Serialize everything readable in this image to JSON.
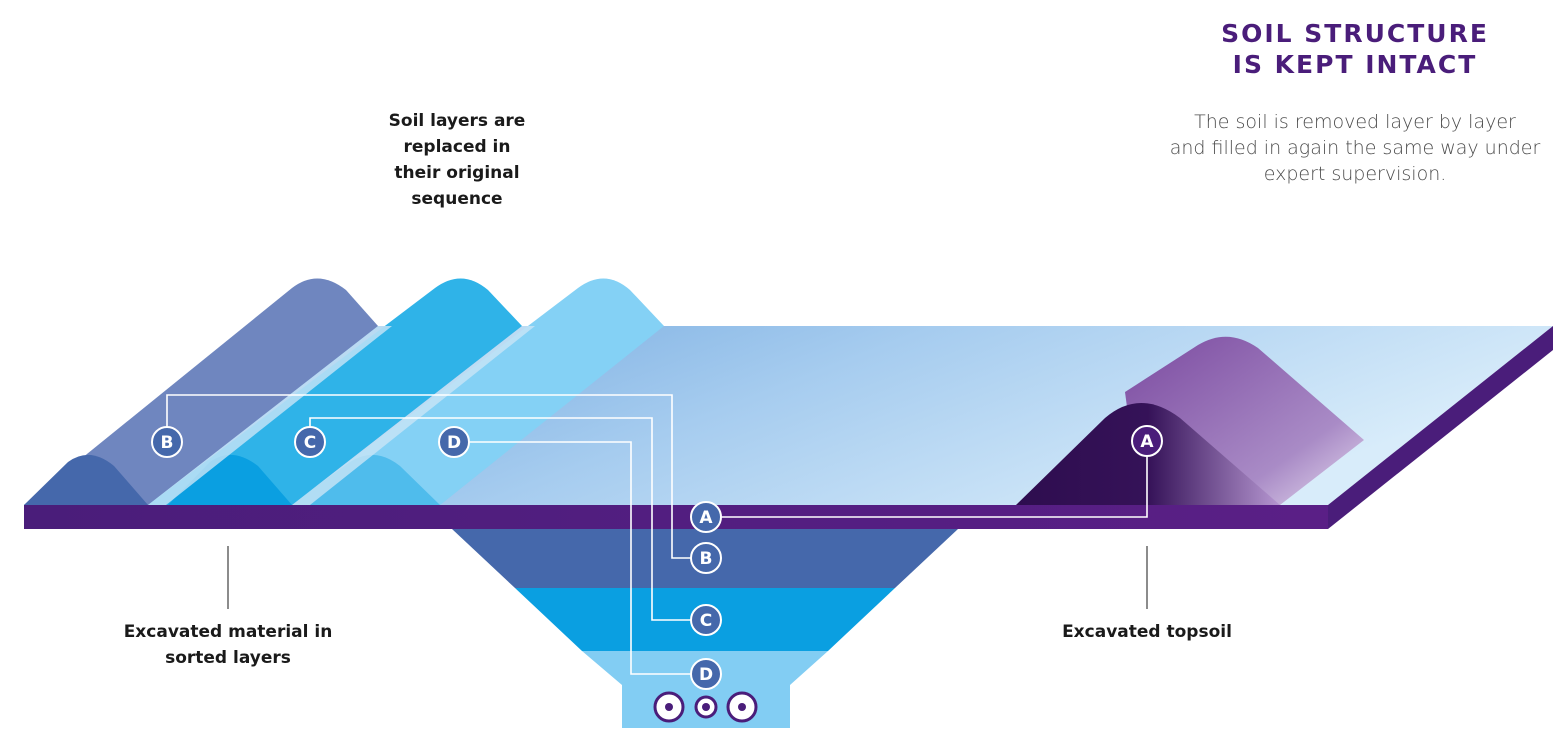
{
  "heading": {
    "line1": "SOIL STRUCTURE",
    "line2": "IS KEPT INTACT"
  },
  "description": {
    "line1": "The soil is removed layer by layer",
    "line2": "and filled in again the same way under",
    "line3": "expert supervision."
  },
  "labels": {
    "replaced": {
      "line1": "Soil layers are",
      "line2": "replaced in",
      "line3": "their original",
      "line4": "sequence"
    },
    "excavated_material": {
      "line1": "Excavated material in",
      "line2": "sorted layers"
    },
    "excavated_topsoil": {
      "line1": "Excavated topsoil"
    }
  },
  "markers": {
    "pile_a": "A",
    "pile_b": "B",
    "pile_c": "C",
    "pile_d": "D",
    "layer_a": "A",
    "layer_b": "B",
    "layer_c": "C",
    "layer_d": "D"
  },
  "colors": {
    "purple_band": "#4a1d7a",
    "pile_b": "#6f86bf",
    "pile_c": "#2fb3e8",
    "pile_d": "#7ccdf3",
    "layer_b": "#4568ab",
    "layer_c": "#0a9fe1",
    "layer_d": "#82cdf3",
    "topsoil_dark": "#2e0d4f",
    "topsoil_light": "#7b4aa0"
  }
}
